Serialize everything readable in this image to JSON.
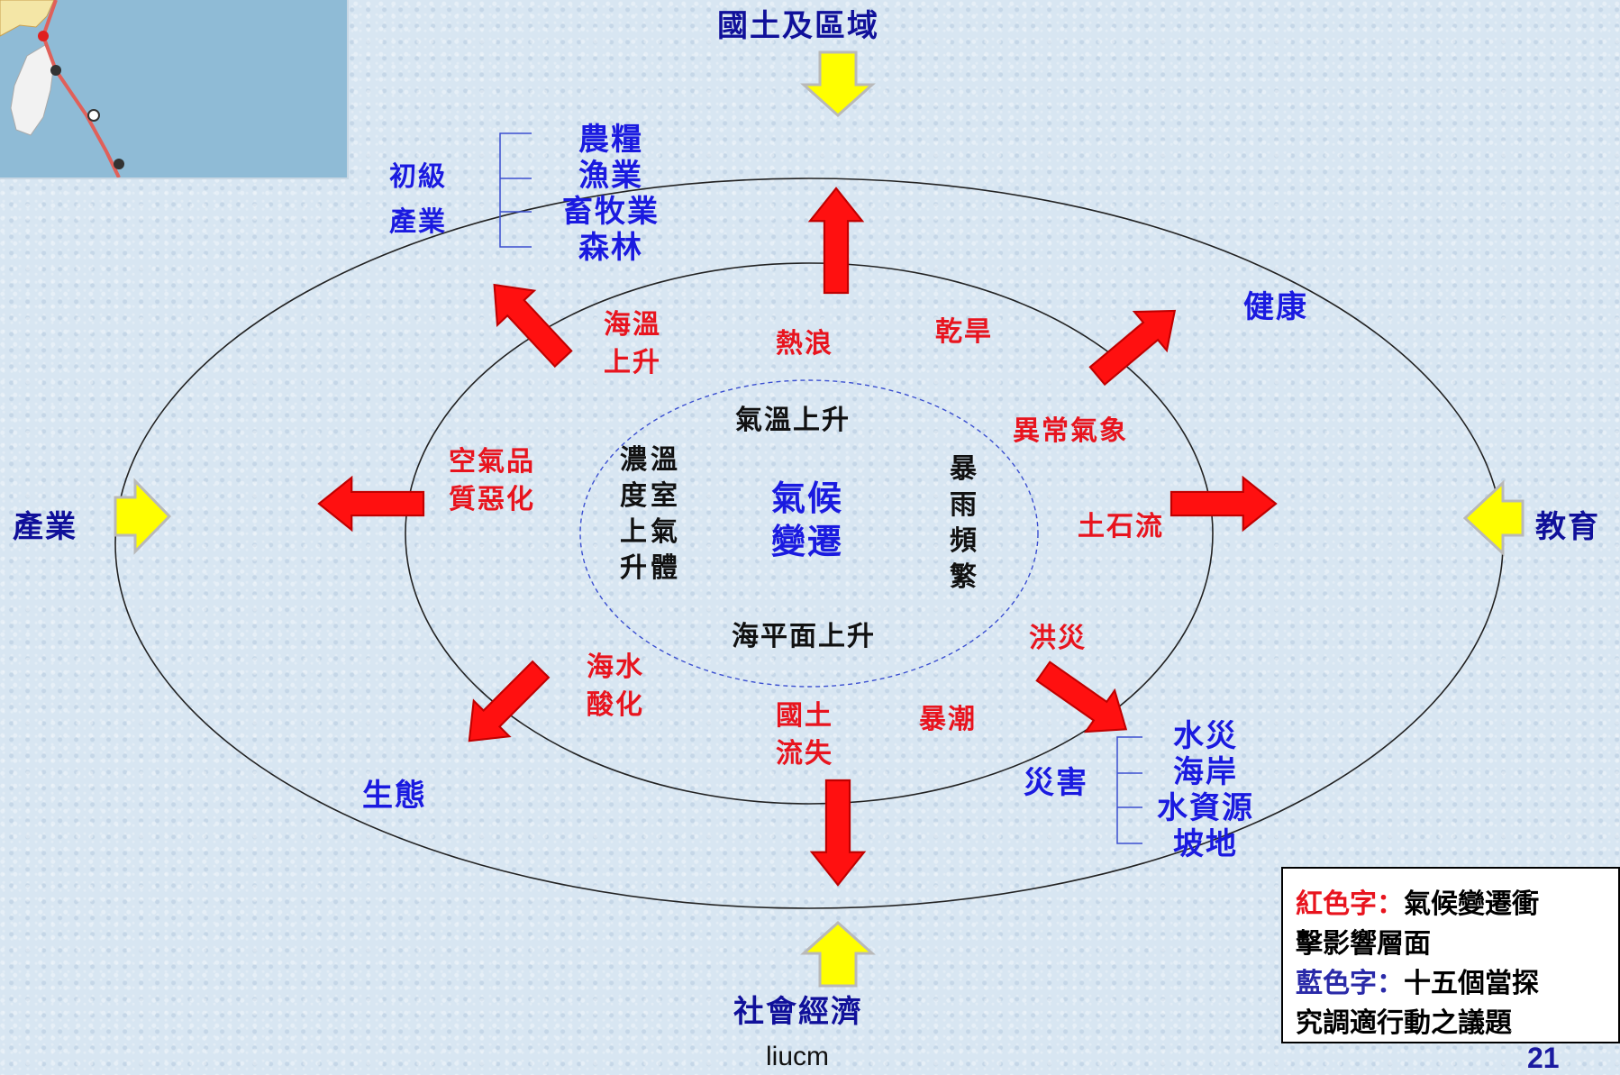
{
  "diagram": {
    "center": {
      "line1": "氣候",
      "line2": "變遷"
    },
    "inner_ring": {
      "top": "氣溫上升",
      "bottom": "海平面上升",
      "left_col1": [
        "濃",
        "度",
        "上",
        "升"
      ],
      "left_col2": [
        "溫",
        "室",
        "氣",
        "體"
      ],
      "right_vertical": [
        "暴",
        "雨",
        "頻",
        "繁"
      ]
    },
    "impacts": {
      "heat_wave": "熱浪",
      "drought": "乾旱",
      "sea_temp_1": "海溫",
      "sea_temp_2": "上升",
      "abnormal_weather": "異常氣象",
      "air_quality_1": "空氣品",
      "air_quality_2": "質惡化",
      "debris_flow": "土石流",
      "flood": "洪災",
      "acidification_1": "海水",
      "acidification_2": "酸化",
      "land_loss_1": "國土",
      "land_loss_2": "流失",
      "storm_surge": "暴潮"
    },
    "issues": {
      "primary_industry_1": "初級",
      "primary_industry_2": "產業",
      "primary_list": [
        "農糧",
        "漁業",
        "畜牧業",
        "森林"
      ],
      "health": "健康",
      "disaster": "災害",
      "disaster_list": [
        "水災",
        "海岸",
        "水資源",
        "坡地"
      ],
      "ecology": "生態"
    },
    "outer": {
      "top": "國土及區域",
      "left": "產業",
      "right": "教育",
      "bottom": "社會經濟"
    }
  },
  "legend": {
    "red_key": "紅色字：",
    "red_text_1": "氣候變遷衝",
    "red_text_2": "擊影響層面",
    "blue_key": "藍色字：",
    "blue_text_1": "十五個當探",
    "blue_text_2": "究調適行動之議題"
  },
  "footer": {
    "author": "liucm",
    "page": "21"
  },
  "colors": {
    "impact": "#e8141e",
    "issue": "#1a1ae0",
    "arrow_red": "#ff1010",
    "arrow_yellow": "#ffff00"
  }
}
